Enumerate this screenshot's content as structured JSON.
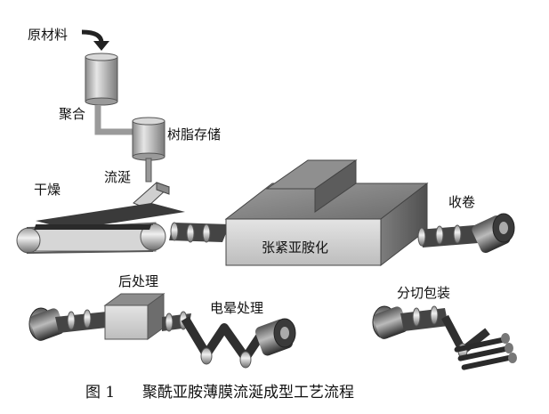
{
  "labels": {
    "raw_material": "原材料",
    "polymerization": "聚合",
    "resin_storage": "树脂存储",
    "casting": "流涎",
    "drying": "干燥",
    "tentering": "张紧亚胺化",
    "winding": "收卷",
    "post_treatment": "后处理",
    "corona": "电晕处理",
    "slitting": "分切包装"
  },
  "caption": {
    "figure_no": "图 1",
    "title": "聚酰亚胺薄膜流涎成型工艺流程"
  }
}
